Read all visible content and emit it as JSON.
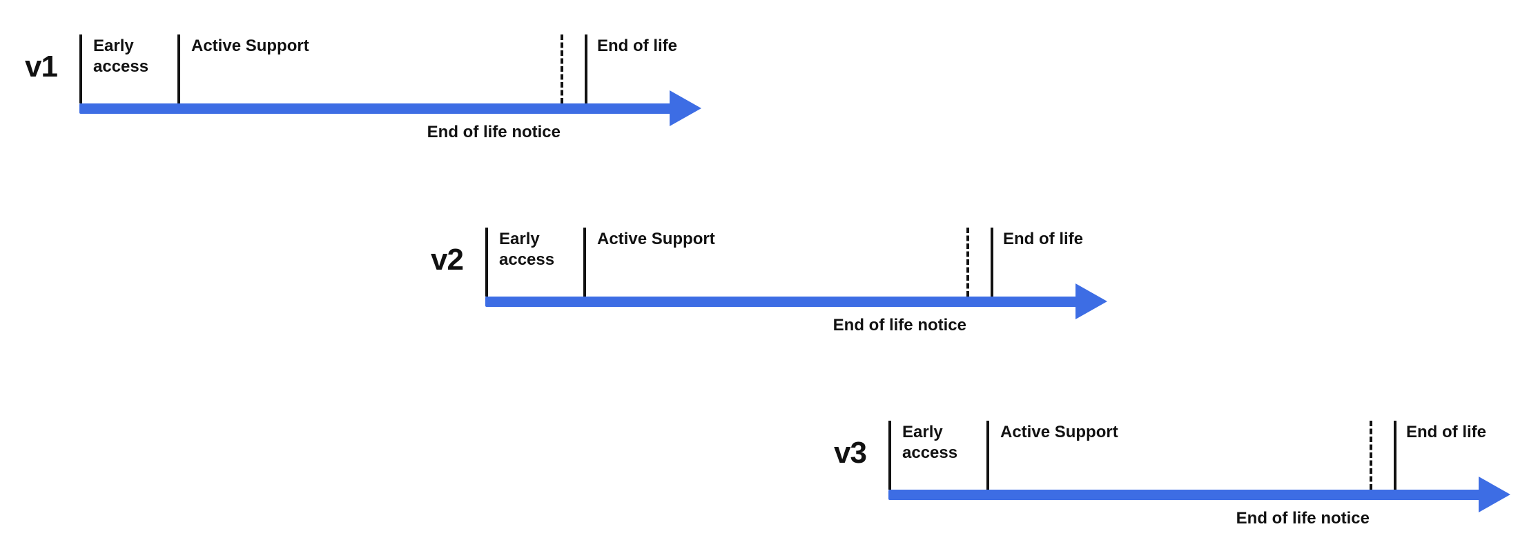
{
  "colors": {
    "arrow": "#3D6DE4",
    "text": "#111111"
  },
  "timelines": [
    {
      "version": "v1",
      "labels": {
        "early_access": "Early access",
        "active_support": "Active Support",
        "end_of_life": "End of life",
        "eol_notice": "End of life notice"
      }
    },
    {
      "version": "v2",
      "labels": {
        "early_access": "Early access",
        "active_support": "Active Support",
        "end_of_life": "End of life",
        "eol_notice": "End of life notice"
      }
    },
    {
      "version": "v3",
      "labels": {
        "early_access": "Early access",
        "active_support": "Active Support",
        "end_of_life": "End of life",
        "eol_notice": "End of life notice"
      }
    }
  ]
}
